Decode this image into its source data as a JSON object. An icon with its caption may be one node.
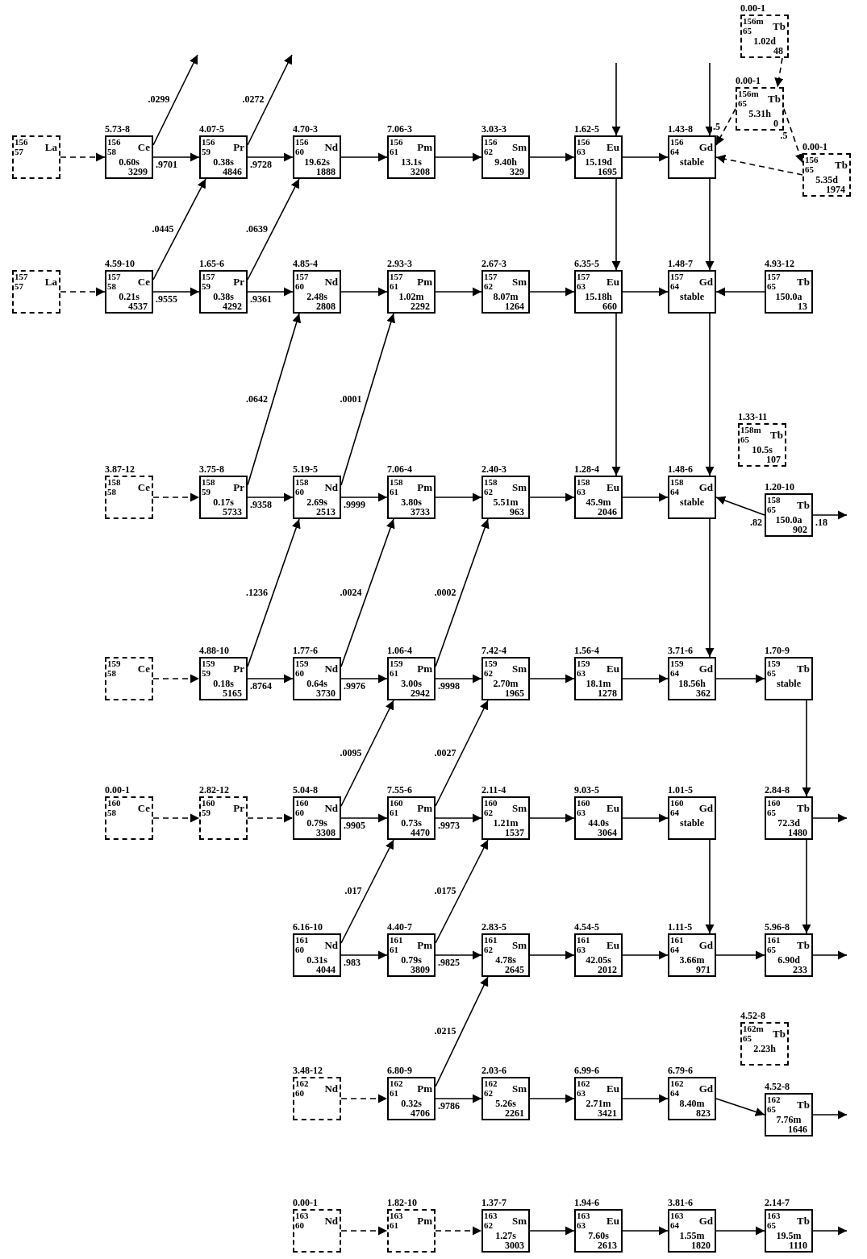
{
  "diagram": {
    "nodes": [
      {
        "text": [
          "0.00-1",
          "156m",
          "Tb",
          "65",
          "1.02d",
          "48"
        ]
      },
      {
        "text": [
          "0.00-1",
          "156m",
          "Tb",
          "65",
          "5.31h",
          "0"
        ]
      },
      {
        "text": [
          "156",
          "La",
          "57"
        ]
      },
      {
        "text": [
          "5.73-8",
          "156",
          "Ce",
          "58",
          "0.60s",
          "3299"
        ]
      },
      {
        "text": [
          "4.07-5",
          "156",
          "Pr",
          "59",
          "0.38s",
          "4846"
        ]
      },
      {
        "text": [
          "4.70-3",
          "156",
          "Nd",
          "60",
          "19.62s",
          "1888"
        ]
      },
      {
        "text": [
          "7.06-3",
          "156",
          "Pm",
          "61",
          "13.1s",
          "3208"
        ]
      },
      {
        "text": [
          "3.03-3",
          "156",
          "Sm",
          "62",
          "9.40h",
          "329"
        ]
      },
      {
        "text": [
          "1.62-5",
          "156",
          "Eu",
          "63",
          "15.19d",
          "1695"
        ]
      },
      {
        "text": [
          "1.43-8",
          "156",
          "Gd",
          "64",
          "stable"
        ]
      },
      {
        "text": [
          "0.00-1",
          "156",
          "Tb",
          "65",
          "5.35d",
          "1974"
        ]
      },
      {
        "text": [
          "157",
          "La",
          "57"
        ]
      },
      {
        "text": [
          "4.59-10",
          "157",
          "Ce",
          "58",
          "0.21s",
          "4537"
        ]
      },
      {
        "text": [
          "1.65-6",
          "157",
          "Pr",
          "59",
          "0.38s",
          "4292"
        ]
      },
      {
        "text": [
          "4.85-4",
          "157",
          "Nd",
          "60",
          "2.48s",
          "2808"
        ]
      },
      {
        "text": [
          "2.93-3",
          "157",
          "Pm",
          "61",
          "1.02m",
          "2292"
        ]
      },
      {
        "text": [
          "2.67-3",
          "157",
          "Sm",
          "62",
          "8.07m",
          "1264"
        ]
      },
      {
        "text": [
          "6.35-5",
          "157",
          "Eu",
          "63",
          "15.18h",
          "660"
        ]
      },
      {
        "text": [
          "1.48-7",
          "157",
          "Gd",
          "64",
          "stable"
        ]
      },
      {
        "text": [
          "4.93-12",
          "157",
          "Tb",
          "65",
          "150.0a",
          "13"
        ]
      },
      {
        "text": [
          "1.33-11",
          "158m",
          "Tb",
          "65",
          "10.5s",
          "107"
        ]
      },
      {
        "text": [
          "3.87-12",
          "158",
          "Ce",
          "58"
        ]
      },
      {
        "text": [
          "3.75-8",
          "158",
          "Pr",
          "59",
          "0.17s",
          "5733"
        ]
      },
      {
        "text": [
          "5.19-5",
          "158",
          "Nd",
          "60",
          "2.69s",
          "2513"
        ]
      },
      {
        "text": [
          "7.06-4",
          "158",
          "Pm",
          "61",
          "3.80s",
          "3733"
        ]
      },
      {
        "text": [
          "2.40-3",
          "158",
          "Sm",
          "62",
          "5.51m",
          "963"
        ]
      },
      {
        "text": [
          "1.28-4",
          "158",
          "Eu",
          "63",
          "45.9m",
          "2046"
        ]
      },
      {
        "text": [
          "1.48-6",
          "158",
          "Gd",
          "64",
          "stable"
        ]
      },
      {
        "text": [
          "1.20-10",
          "158",
          "Tb",
          "65",
          "150.0a",
          "902"
        ]
      },
      {
        "text": [
          "159",
          "Ce",
          "58"
        ]
      },
      {
        "text": [
          "4.88-10",
          "159",
          "Pr",
          "59",
          "0.18s",
          "5165"
        ]
      },
      {
        "text": [
          "1.77-6",
          "159",
          "Nd",
          "60",
          "0.64s",
          "3730"
        ]
      },
      {
        "text": [
          "1.06-4",
          "159",
          "Pm",
          "61",
          "3.00s",
          "2942"
        ]
      },
      {
        "text": [
          "7.42-4",
          "159",
          "Sm",
          "62",
          "2.70m",
          "1965"
        ]
      },
      {
        "text": [
          "1.56-4",
          "159",
          "Eu",
          "63",
          "18.1m",
          "1278"
        ]
      },
      {
        "text": [
          "3.71-6",
          "159",
          "Gd",
          "64",
          "18.56h",
          "362"
        ]
      },
      {
        "text": [
          "1.70-9",
          "159",
          "Tb",
          "65",
          "stable"
        ]
      },
      {
        "text": [
          "0.00-1",
          "160",
          "Ce",
          "58"
        ]
      },
      {
        "text": [
          "2.82-12",
          "160",
          "Pr",
          "59"
        ]
      },
      {
        "text": [
          "5.04-8",
          "160",
          "Nd",
          "60",
          "0.79s",
          "3308"
        ]
      },
      {
        "text": [
          "7.55-6",
          "160",
          "Pm",
          "61",
          "0.73s",
          "4470"
        ]
      },
      {
        "text": [
          "2.11-4",
          "160",
          "Sm",
          "62",
          "1.21m",
          "1537"
        ]
      },
      {
        "text": [
          "9.03-5",
          "160",
          "Eu",
          "63",
          "44.0s",
          "3064"
        ]
      },
      {
        "text": [
          "1.01-5",
          "160",
          "Gd",
          "64",
          "stable"
        ]
      },
      {
        "text": [
          "2.84-8",
          "160",
          "Tb",
          "65",
          "72.3d",
          "1480"
        ]
      },
      {
        "text": [
          "6.16-10",
          "161",
          "Nd",
          "60",
          "0.31s",
          "4044"
        ]
      },
      {
        "text": [
          "4.40-7",
          "161",
          "Pm",
          "61",
          "0.79s",
          "3809"
        ]
      },
      {
        "text": [
          "2.83-5",
          "161",
          "Sm",
          "62",
          "4.78s",
          "2645"
        ]
      },
      {
        "text": [
          "4.54-5",
          "161",
          "Eu",
          "63",
          "42.05s",
          "2012"
        ]
      },
      {
        "text": [
          "1.11-5",
          "161",
          "Gd",
          "64",
          "3.66m",
          "971"
        ]
      },
      {
        "text": [
          "5.96-8",
          "161",
          "Tb",
          "65",
          "6.90d",
          "233"
        ]
      },
      {
        "text": [
          "4.52-8",
          "162m",
          "Tb",
          "65",
          "2.23h"
        ]
      },
      {
        "text": [
          "3.48-12",
          "162",
          "Nd",
          "60"
        ]
      },
      {
        "text": [
          "6.80-9",
          "162",
          "Pm",
          "61",
          "0.32s",
          "4706"
        ]
      },
      {
        "text": [
          "2.03-6",
          "162",
          "Sm",
          "62",
          "5.26s",
          "2261"
        ]
      },
      {
        "text": [
          "6.99-6",
          "162",
          "Eu",
          "63",
          "2.71m",
          "3421"
        ]
      },
      {
        "text": [
          "6.79-6",
          "162",
          "Gd",
          "64",
          "8.40m",
          "823"
        ]
      },
      {
        "text": [
          "4.52-8",
          "162",
          "Tb",
          "65",
          "7.76m",
          "1646"
        ]
      },
      {
        "text": [
          "0.00-1",
          "163",
          "Nd",
          "60"
        ]
      },
      {
        "text": [
          "1.82-10",
          "163",
          "Pm",
          "61"
        ]
      },
      {
        "text": [
          "1.37-7",
          "163",
          "Sm",
          "62",
          "1.27s",
          "3003"
        ]
      },
      {
        "text": [
          "1.94-6",
          "163",
          "Eu",
          "63",
          "7.60s",
          "2613"
        ]
      },
      {
        "text": [
          "3.81-6",
          "163",
          "Gd",
          "64",
          "1.55m",
          "1820"
        ]
      },
      {
        "text": [
          "2.14-7",
          "163",
          "Tb",
          "65",
          "19.5m",
          "1110"
        ]
      }
    ],
    "edges": [
      {
        "from": 2,
        "to": 3,
        "arrow": "to",
        "style": "dashed"
      },
      {
        "from": 3,
        "to": 4,
        "arrow": "to",
        "label": ".9701"
      },
      {
        "from": 3,
        "to": null,
        "arrow": "to",
        "label": ".0299"
      },
      {
        "from": 4,
        "to": 5,
        "arrow": "to",
        "label": ".9728"
      },
      {
        "from": 4,
        "to": null,
        "arrow": "to",
        "label": ".0272"
      },
      {
        "from": 5,
        "to": 6,
        "arrow": "to"
      },
      {
        "from": 6,
        "to": 7,
        "arrow": "to"
      },
      {
        "from": 7,
        "to": 8,
        "arrow": "to"
      },
      {
        "from": 8,
        "to": 9,
        "arrow": "to"
      },
      {
        "from": null,
        "to": 8,
        "arrow": "to"
      },
      {
        "from": null,
        "to": 9,
        "arrow": "to"
      },
      {
        "from": 0,
        "to": 1,
        "arrow": "to",
        "style": "dashed"
      },
      {
        "from": 1,
        "to": 9,
        "arrow": "to",
        "style": "dashed",
        "label": ".5"
      },
      {
        "from": 1,
        "to": 10,
        "arrow": "to",
        "style": "dashed",
        "label": ".5"
      },
      {
        "from": 10,
        "to": 9,
        "arrow": "to",
        "style": "dashed"
      },
      {
        "from": 8,
        "to": 17,
        "arrow": "to"
      },
      {
        "from": 9,
        "to": 18,
        "arrow": "to"
      },
      {
        "from": 11,
        "to": 12,
        "arrow": "to",
        "style": "dashed"
      },
      {
        "from": 12,
        "to": 13,
        "arrow": "to",
        "label": ".9555"
      },
      {
        "from": 12,
        "to": 4,
        "arrow": "to",
        "label": ".0445"
      },
      {
        "from": 13,
        "to": 14,
        "arrow": "to",
        "label": ".9361"
      },
      {
        "from": 13,
        "to": 5,
        "arrow": "to",
        "label": ".0639"
      },
      {
        "from": 14,
        "to": 15,
        "arrow": "to"
      },
      {
        "from": 15,
        "to": 16,
        "arrow": "to"
      },
      {
        "from": 16,
        "to": 17,
        "arrow": "to"
      },
      {
        "from": 17,
        "to": 18,
        "arrow": "to"
      },
      {
        "from": 19,
        "to": 18,
        "arrow": "to"
      },
      {
        "from": 17,
        "to": 26,
        "arrow": "to"
      },
      {
        "from": 18,
        "to": 27,
        "arrow": "to"
      },
      {
        "from": 21,
        "to": 22,
        "arrow": "to",
        "style": "dashed"
      },
      {
        "from": 22,
        "to": 23,
        "arrow": "to",
        "label": ".9358"
      },
      {
        "from": 22,
        "to": 14,
        "arrow": "to",
        "label": ".0642"
      },
      {
        "from": 23,
        "to": 24,
        "arrow": "to",
        "label": ".9999"
      },
      {
        "from": 23,
        "to": 15,
        "arrow": "to",
        "label": ".0001"
      },
      {
        "from": 24,
        "to": 25,
        "arrow": "to"
      },
      {
        "from": 25,
        "to": 26,
        "arrow": "to"
      },
      {
        "from": 26,
        "to": 27,
        "arrow": "to"
      },
      {
        "from": 28,
        "to": 27,
        "arrow": "to",
        "label": ".82"
      },
      {
        "from": 28,
        "to": null,
        "arrow": "to",
        "label": ".18"
      },
      {
        "from": 27,
        "to": 35,
        "arrow": "to"
      },
      {
        "from": 29,
        "to": 30,
        "arrow": "to",
        "style": "dashed"
      },
      {
        "from": 30,
        "to": 31,
        "arrow": "to",
        "label": ".8764"
      },
      {
        "from": 30,
        "to": 23,
        "arrow": "to",
        "label": ".1236"
      },
      {
        "from": 31,
        "to": 32,
        "arrow": "to",
        "label": ".9976"
      },
      {
        "from": 31,
        "to": 24,
        "arrow": "to",
        "label": ".0024"
      },
      {
        "from": 32,
        "to": 33,
        "arrow": "to",
        "label": ".9998"
      },
      {
        "from": 32,
        "to": 25,
        "arrow": "to",
        "label": ".0002"
      },
      {
        "from": 33,
        "to": 34,
        "arrow": "to"
      },
      {
        "from": 34,
        "to": 35,
        "arrow": "to"
      },
      {
        "from": 35,
        "to": 36,
        "arrow": "to"
      },
      {
        "from": 36,
        "to": 44,
        "arrow": "to"
      },
      {
        "from": 37,
        "to": 38,
        "arrow": "to",
        "style": "dashed"
      },
      {
        "from": 38,
        "to": 39,
        "arrow": "to",
        "style": "dashed"
      },
      {
        "from": 39,
        "to": 40,
        "arrow": "to",
        "label": ".9905"
      },
      {
        "from": 39,
        "to": 32,
        "arrow": "to",
        "label": ".0095"
      },
      {
        "from": 40,
        "to": 41,
        "arrow": "to",
        "label": ".9973"
      },
      {
        "from": 40,
        "to": 33,
        "arrow": "to",
        "label": ".0027"
      },
      {
        "from": 41,
        "to": 42,
        "arrow": "to"
      },
      {
        "from": 42,
        "to": 43,
        "arrow": "to"
      },
      {
        "from": 44,
        "to": null,
        "arrow": "to"
      },
      {
        "from": 43,
        "to": 49,
        "arrow": "to"
      },
      {
        "from": 44,
        "to": 50,
        "arrow": "to"
      },
      {
        "from": 45,
        "to": 46,
        "arrow": "to",
        "label": ".983"
      },
      {
        "from": 45,
        "to": 40,
        "arrow": "to",
        "label": ".017"
      },
      {
        "from": 46,
        "to": 47,
        "arrow": "to",
        "label": ".9825"
      },
      {
        "from": 46,
        "to": 41,
        "arrow": "to",
        "label": ".0175"
      },
      {
        "from": 47,
        "to": 48,
        "arrow": "to"
      },
      {
        "from": 48,
        "to": 49,
        "arrow": "to"
      },
      {
        "from": 49,
        "to": 50,
        "arrow": "to"
      },
      {
        "from": 50,
        "to": null,
        "arrow": "to"
      },
      {
        "from": 52,
        "to": 53,
        "arrow": "to",
        "style": "dashed"
      },
      {
        "from": 53,
        "to": 54,
        "arrow": "to",
        "label": ".9786"
      },
      {
        "from": 53,
        "to": 47,
        "arrow": "to",
        "label": ".0215"
      },
      {
        "from": 54,
        "to": 55,
        "arrow": "to"
      },
      {
        "from": 55,
        "to": 56,
        "arrow": "to"
      },
      {
        "from": 56,
        "to": 57,
        "arrow": "to"
      },
      {
        "from": 57,
        "to": null,
        "arrow": "to"
      },
      {
        "from": 58,
        "to": 59,
        "arrow": "to",
        "style": "dashed"
      },
      {
        "from": 59,
        "to": 60,
        "arrow": "to",
        "style": "dashed"
      },
      {
        "from": 60,
        "to": 61,
        "arrow": "to"
      },
      {
        "from": 61,
        "to": 62,
        "arrow": "to"
      },
      {
        "from": 62,
        "to": 63,
        "arrow": "to"
      },
      {
        "from": 63,
        "to": null,
        "arrow": "to"
      }
    ]
  }
}
